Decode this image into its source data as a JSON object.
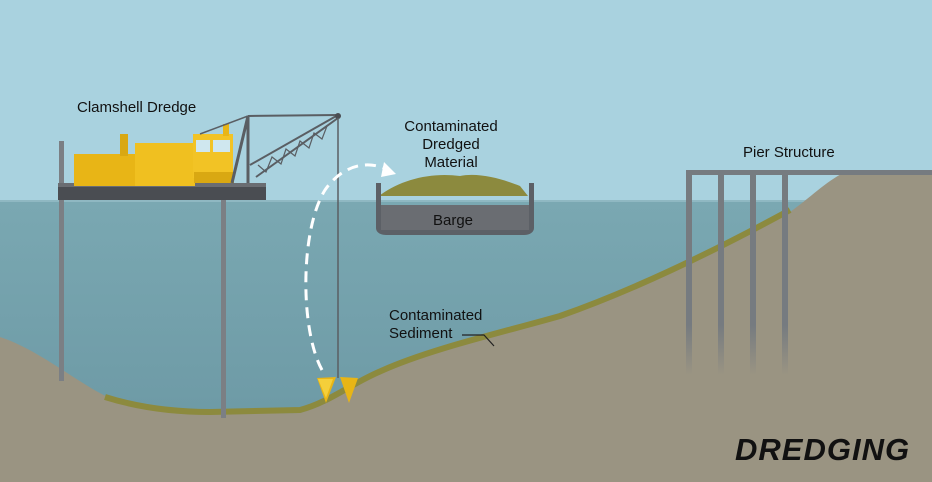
{
  "title": "DREDGING",
  "labels": {
    "clamshell_dredge": "Clamshell Dredge",
    "contaminated_material": [
      "Contaminated",
      "Dredged",
      "Material"
    ],
    "barge": "Barge",
    "pier_structure": "Pier Structure",
    "contaminated_sediment": [
      "Contaminated",
      "Sediment"
    ]
  },
  "colors": {
    "sky": "#a9d2df",
    "water": "#6f9ea9",
    "ground": "#9a9482",
    "sediment": "#8c8a3e",
    "machinery": "#e8b516",
    "barge": "#5c6066",
    "structure": "#7b7f84"
  }
}
